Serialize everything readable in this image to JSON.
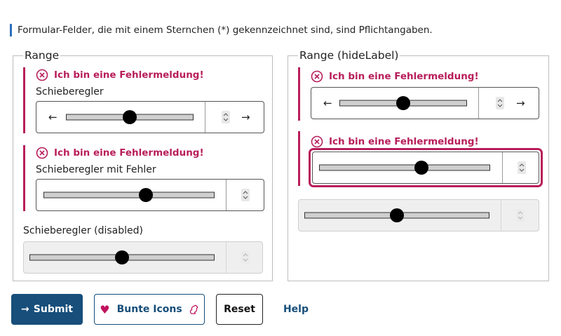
{
  "hint": "Formular-Felder, die mit einem Sternchen (*) gekennzeichnet sind, sind Pflichtangaben.",
  "left_group": {
    "legend": "Range",
    "error_1": "Ich bin eine Fehlermeldung!",
    "field_1_label": "Schieberegler",
    "field_1_value": 0.5,
    "error_2": "Ich bin eine Fehlermeldung!",
    "field_2_label": "Schieberegler mit Fehler",
    "field_2_value": 0.6,
    "field_3_label": "Schieberegler (disabled)",
    "field_3_value": 0.5,
    "arrow_left": "←",
    "arrow_right": "→"
  },
  "right_group": {
    "legend": "Range (hideLabel)",
    "error_1": "Ich bin eine Fehlermeldung!",
    "field_1_value": 0.5,
    "error_2": "Ich bin eine Fehlermeldung!",
    "field_2_value": 0.6,
    "field_3_value": 0.5,
    "arrow_left": "←",
    "arrow_right": "→"
  },
  "buttons": {
    "submit": "Submit",
    "submit_icon": "→",
    "bunte_icons": "Bunte Icons",
    "heart_icon": "♥",
    "reset": "Reset",
    "help": "Help"
  },
  "colors": {
    "error": "#b81e5a",
    "primary": "#174e7a",
    "hint_bar": "#2a6ebb"
  }
}
